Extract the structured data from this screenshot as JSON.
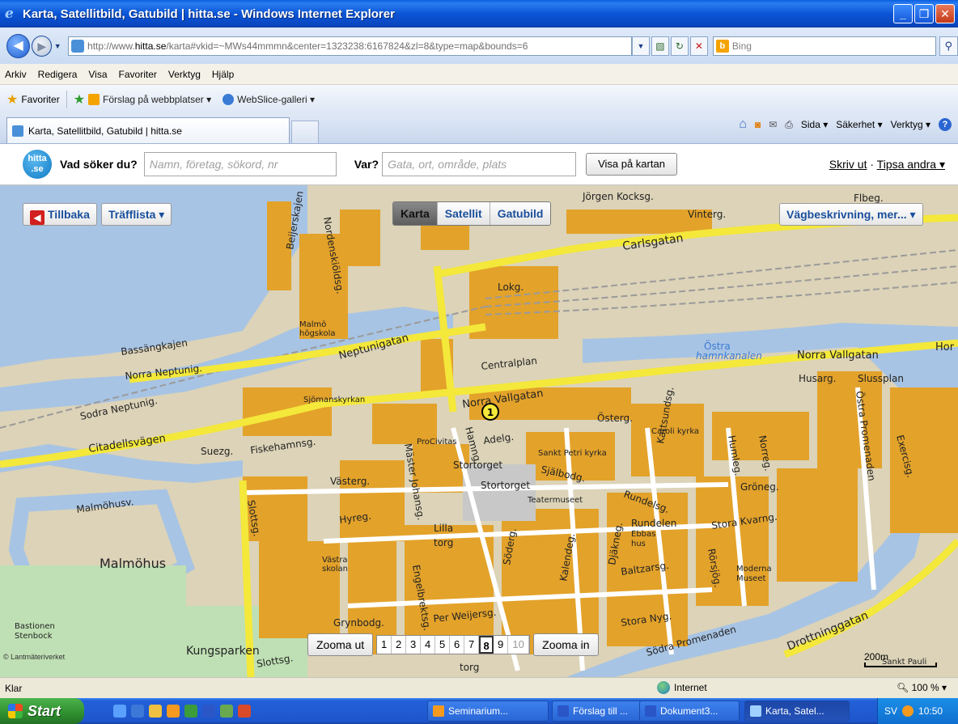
{
  "window": {
    "title": "Karta, Satellitbild, Gatubild | hitta.se - Windows Internet Explorer"
  },
  "address": {
    "url_prefix": "http://www.",
    "url_domain": "hitta.se",
    "url_rest": "/karta#vkid=~MWs44mmmn&center=1323238:6167824&zl=8&type=map&bounds=6",
    "search_placeholder": "Bing"
  },
  "menu": [
    "Arkiv",
    "Redigera",
    "Visa",
    "Favoriter",
    "Verktyg",
    "Hjälp"
  ],
  "favorites": {
    "label": "Favoriter",
    "links": [
      "Förslag på webbplatser ▾",
      "WebSlice-galleri ▾"
    ]
  },
  "tab": {
    "title": "Karta, Satellitbild, Gatubild | hitta.se"
  },
  "commands": [
    "Sida ▾",
    "Säkerhet ▾",
    "Verktyg ▾"
  ],
  "hitta": {
    "logo_top": "hitta",
    "logo_bottom": ".se",
    "what_label": "Vad söker du?",
    "what_placeholder": "Namn, företag, sökord, nr",
    "where_label": "Var?",
    "where_placeholder": "Gata, ort, område, plats",
    "show_button": "Visa på kartan",
    "print_link": "Skriv ut",
    "link_sep": "·",
    "tip_link": "Tipsa andra ▾"
  },
  "map": {
    "back": "Tillbaka",
    "results": "Träfflista ▾",
    "types": [
      "Karta",
      "Satellit",
      "Gatubild"
    ],
    "active_type": "Karta",
    "directions": "Vägbeskrivning, mer... ▾",
    "zoom_out": "Zooma ut",
    "zoom_in": "Zooma in",
    "zoom_levels": [
      "1",
      "2",
      "3",
      "4",
      "5",
      "6",
      "7",
      "8",
      "9",
      "10"
    ],
    "zoom_current": 8,
    "copyright": "© Lantmäteriverket",
    "scale": "200m",
    "marker": "1",
    "labels": {
      "carlsgatan": "Carlsgatan",
      "jorgen": "Jörgen Kocksg.",
      "vinterg": "Vinterg.",
      "flbeg": "Flbeg.",
      "lokg": "Lokg.",
      "bassang": "Bassängkajen",
      "neptuni": "Neptunigatan",
      "malmo_hogskola_1": "Malmö",
      "malmo_hogskola_2": "högskola",
      "centralplan": "Centralplan",
      "ostra_1": "Östra",
      "ostra_2": "hamnkanalen",
      "norravallg_e": "Norra Vallgatan",
      "norravallg_w": "Norra Vallgatan",
      "norra_nept": "Norra Neptunig.",
      "sodra_nept": "Sodra Neptunig.",
      "sjomans": "Sjömanskyrkan",
      "citadells": "Citadellsvägen",
      "suezg": "Suezg.",
      "fiskehamn": "Fiskehamnsg.",
      "procivitas": "ProCivitas",
      "adelg": "Adelg.",
      "hamng": "Hamng.",
      "sanktpetri": "Sankt Petri kyrka",
      "stortorget_g": "Stortorget",
      "stortorget": "Stortorget",
      "teatermuseet": "Teatermuseet",
      "sjalbod": "Själbodg.",
      "osterg": "Österg.",
      "caroli": "Caroli kyrka",
      "husarg": "Husarg.",
      "slussplan": "Slussplan",
      "vasterg": "Västerg.",
      "malmohusv": "Malmöhusv.",
      "malmohus": "Malmöhus",
      "slottsg": "Slottsg.",
      "hyreg": "Hyreg.",
      "lilla_torg_1": "Lilla",
      "lilla_torg_2": "torg",
      "vastra_skolan_1": "Västra",
      "vastra_skolan_2": "skolan",
      "rundelen": "Rundelen",
      "rundelsg": "Rundelsg.",
      "ebbas_1": "Ebbas",
      "ebbas_2": "hus",
      "groneg": "Gröneg.",
      "stora_kvarng": "Stora Kvarng.",
      "baltzarsg": "Baltzarsg.",
      "moderna_1": "Moderna",
      "moderna_2": "Museet",
      "grynbodg": "Grynbodg.",
      "perweijers": "Per Weijersg.",
      "storanyg": "Stora Nyg.",
      "sodra_prom": "Södra Promenaden",
      "drottning": "Drottninggatan",
      "bastionen_1": "Bastionen",
      "bastionen_2": "Stenbock",
      "kungsparken": "Kungsparken",
      "slottsg_s": "Slottsg.",
      "torg_s": "torg",
      "sanktpauli": "Sankt Pauli",
      "hor": "Hor",
      "master": "Mäster Johansg.",
      "engelbrekts": "Engelbrektsg.",
      "soderg": "Söderg.",
      "kalendeg": "Kalendeg.",
      "djakneg": "Djäkneg.",
      "kattsund": "Kattsundsg.",
      "humleg": "Humleg.",
      "norreg": "Norreg.",
      "ostra_prom": "Östra Promenaden",
      "exercisg": "Exercisg.",
      "rorsjog": "Rörsjög.",
      "beijers": "Beijerskajen",
      "nordensk": "Nordenskiöldsg."
    }
  },
  "status": {
    "text": "Klar",
    "zone": "Internet",
    "zoom": "100 %"
  },
  "taskbar": {
    "start": "Start",
    "tasks": [
      "Seminarium...",
      "Förslag till ...",
      "Dokument3...",
      "Karta, Satel..."
    ],
    "lang": "SV",
    "clock": "10:50"
  }
}
